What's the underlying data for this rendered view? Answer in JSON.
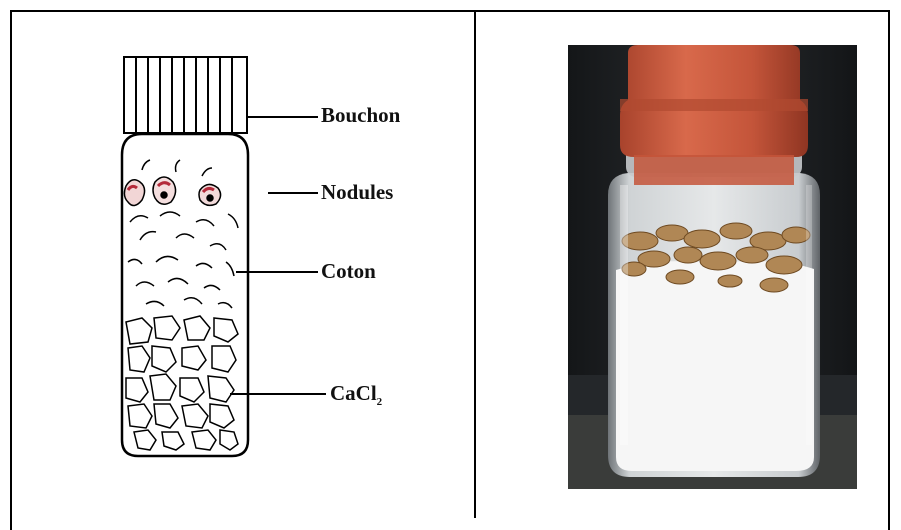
{
  "labels": {
    "cap": "Bouchon",
    "nodules": "Nodules",
    "cotton": "Coton",
    "desiccant_main": "CaCl",
    "desiccant_sub": "2"
  },
  "colors": {
    "border": "#000000",
    "cap_orange": "#c9583b",
    "nodule_red": "#b42a3a",
    "nodule_brown": "#b08755",
    "photo_bg": "#1a1c1e"
  },
  "icons": {
    "diagram": "desiccation-vial-illustration",
    "photo": "glass-jar-with-nodules-photo"
  }
}
